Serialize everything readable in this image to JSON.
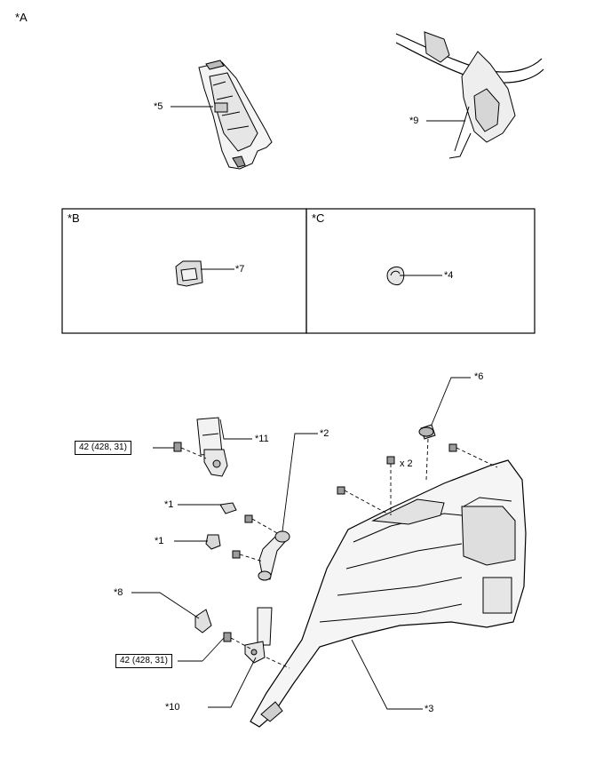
{
  "section_labels": {
    "a": "*A",
    "b": "*B",
    "c": "*C"
  },
  "parts": {
    "p1a": "*1",
    "p1b": "*1",
    "p2": "*2",
    "p3": "*3",
    "p4": "*4",
    "p5": "*5",
    "p6": "*6",
    "p7": "*7",
    "p8": "*8",
    "p9": "*9",
    "p10": "*10",
    "p11": "*11"
  },
  "qty": "x 2",
  "torque": {
    "upper": "42 (428, 31)",
    "lower": "42 (428, 31)"
  }
}
